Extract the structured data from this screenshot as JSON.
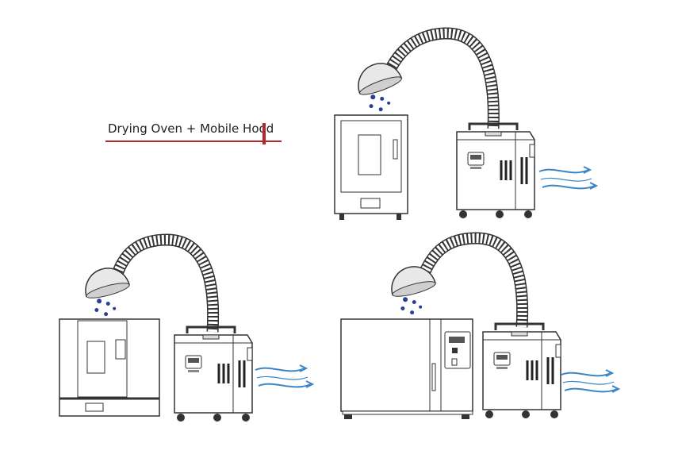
{
  "title": "Drying Oven + Mobile Hood",
  "colors": {
    "accent": "#b3262a",
    "airflow": "#3b86c8",
    "particles": "#2a3f8f",
    "outline": "#333333"
  },
  "scenes": [
    {
      "label": "small-oven-with-hood"
    },
    {
      "label": "tall-oven-with-hood"
    },
    {
      "label": "large-oven-with-hood"
    }
  ]
}
